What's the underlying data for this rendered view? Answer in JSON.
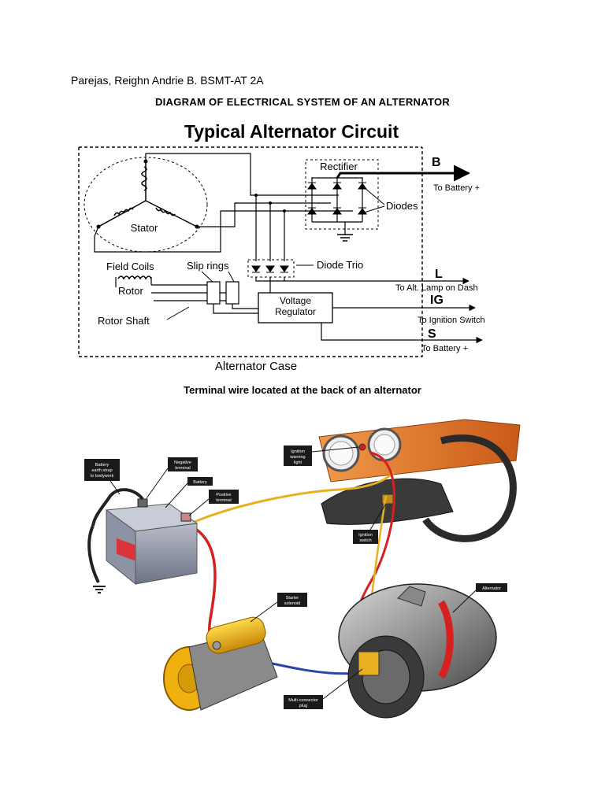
{
  "author_line": "Parejas, Reighn Andrie B. BSMT-AT 2A",
  "heading": "DIAGRAM OF ELECTRICAL SYSTEM OF AN ALTERNATOR",
  "circuit": {
    "title": "Typical Alternator Circuit",
    "stator": "Stator",
    "rectifier": "Rectifier",
    "diodes": "Diodes",
    "diode_trio": "Diode Trio",
    "field_coils": "Field Coils",
    "slip_rings": "Slip rings",
    "rotor": "Rotor",
    "rotor_shaft": "Rotor Shaft",
    "voltage": "Voltage",
    "regulator": "Regulator",
    "case": "Alternator Case",
    "terminals": {
      "b": "B",
      "b_desc": "To Battery +",
      "l": "L",
      "l_desc": "To Alt. Lamp on Dash",
      "ig": "IG",
      "ig_desc": "To Ignition Switch",
      "s": "S",
      "s_desc": "To Battery +"
    }
  },
  "subheading": "Terminal wire located at the back of an alternator",
  "illustration": {
    "labels": {
      "battery_strap": [
        "Battery",
        "earth strap",
        "to bodywork"
      ],
      "negative_terminal": [
        "Negative",
        "terminal"
      ],
      "battery": [
        "Battery"
      ],
      "positive_terminal": [
        "Positive",
        "terminal"
      ],
      "ignition_warning": [
        "Ignition",
        "warning",
        "light"
      ],
      "ignition_switch": [
        "Ignition",
        "switch"
      ],
      "starter_solenoid": [
        "Starter",
        "solenoid"
      ],
      "alternator": [
        "Alternator"
      ],
      "multi_connector": [
        "Multi-connector",
        "plug"
      ]
    },
    "colors": {
      "red_wire": "#d62020",
      "yellow_wire": "#e8b020",
      "blue_wire": "#2846a8",
      "dash": "#e87a2c",
      "starter": "#f0b010"
    }
  }
}
